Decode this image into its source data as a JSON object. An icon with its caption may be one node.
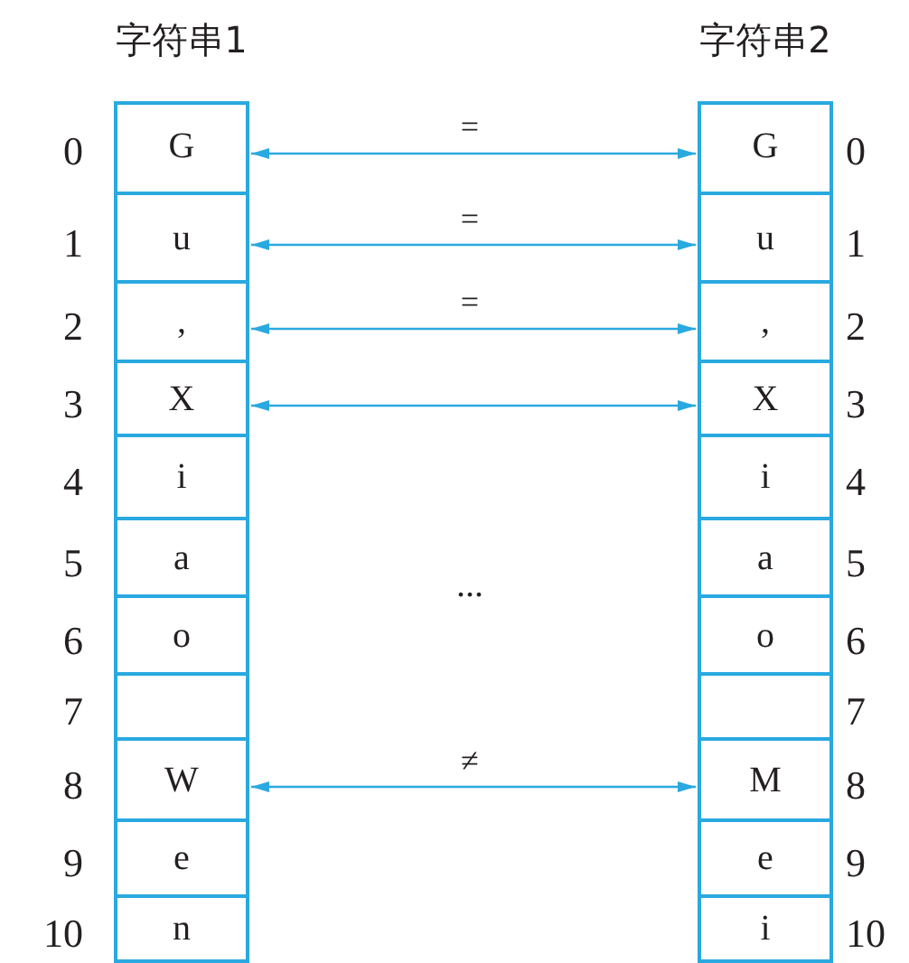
{
  "diagram": {
    "nodes": [
      {
        "text": [
          "字符串1"
        ]
      },
      {
        "text": [
          "G"
        ],
        "in": 0
      },
      {
        "text": [
          "u"
        ],
        "in": 0
      },
      {
        "text": [
          ","
        ],
        "in": 0
      },
      {
        "text": [
          "X"
        ],
        "in": 0
      },
      {
        "text": [
          "i"
        ],
        "in": 0
      },
      {
        "text": [
          "a"
        ],
        "in": 0
      },
      {
        "text": [
          "o"
        ],
        "in": 0
      },
      {
        "text": [],
        "shape": "box",
        "in": 0
      },
      {
        "text": [
          "W"
        ],
        "in": 0
      },
      {
        "text": [
          "e"
        ],
        "in": 0
      },
      {
        "text": [
          "n"
        ],
        "in": 0
      },
      {
        "text": [
          "字符串2"
        ]
      },
      {
        "text": [
          "G"
        ],
        "in": 12
      },
      {
        "text": [
          "u"
        ],
        "in": 12
      },
      {
        "text": [
          ","
        ],
        "in": 12
      },
      {
        "text": [
          "X"
        ],
        "in": 12
      },
      {
        "text": [
          "i"
        ],
        "in": 12
      },
      {
        "text": [
          "a"
        ],
        "in": 12
      },
      {
        "text": [
          "o"
        ],
        "in": 12
      },
      {
        "text": [],
        "shape": "box",
        "in": 12
      },
      {
        "text": [
          "M"
        ],
        "in": 12
      },
      {
        "text": [
          "e"
        ],
        "in": 12
      },
      {
        "text": [
          "i"
        ],
        "in": 12
      }
    ],
    "edges": [
      {
        "from": 1,
        "to": 13,
        "arrow": "both",
        "label": "="
      },
      {
        "from": 2,
        "to": 14,
        "arrow": "both",
        "label": "="
      },
      {
        "from": 3,
        "to": 15,
        "arrow": "both",
        "label": "="
      },
      {
        "from": 4,
        "to": 16,
        "arrow": "both"
      },
      {
        "from": 9,
        "to": 21,
        "arrow": "both",
        "label": "≠"
      }
    ],
    "labels": [
      "0",
      "0",
      "1",
      "1",
      "2",
      "2",
      "3",
      "3",
      "4",
      "4",
      "5",
      "5",
      "6",
      "6",
      "7",
      "7",
      "8",
      "8",
      "9",
      "9",
      "10",
      "10",
      "..."
    ]
  }
}
